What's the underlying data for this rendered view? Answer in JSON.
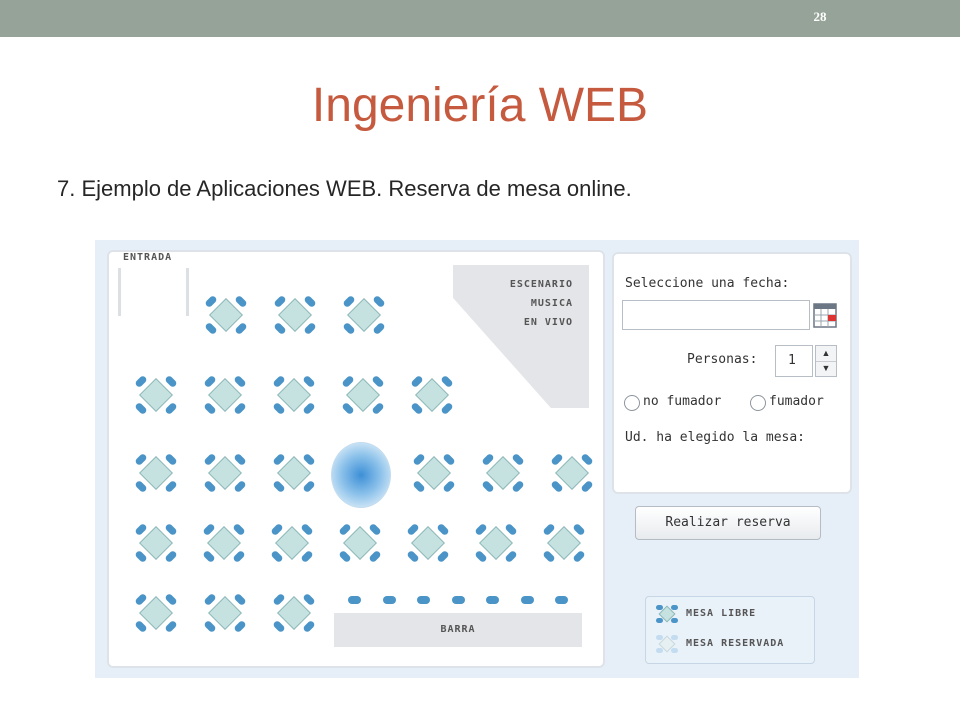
{
  "slide": {
    "number": "28",
    "title": "Ingeniería WEB",
    "subtitle": "7.  Ejemplo de Aplicaciones WEB.  Reserva de mesa online."
  },
  "floorplan": {
    "entrance_label": "ENTRADA",
    "stage_lines": [
      "ESCENARIO",
      "MUSICA",
      "EN VIVO"
    ],
    "bar_label": "BARRA",
    "table_rows": [
      3,
      5,
      7,
      7,
      3
    ],
    "bar_stools": 7
  },
  "form": {
    "date_label": "Seleccione una fecha:",
    "date_value": "",
    "persons_label": "Personas:",
    "persons_value": "1",
    "smoking_options": [
      "no fumador",
      "fumador"
    ],
    "selected_table_label": "Ud. ha elegido la mesa:",
    "submit_label": "Realizar reserva"
  },
  "legend": {
    "free_label": "MESA LIBRE",
    "reserved_label": "MESA RESERVADA"
  },
  "colors": {
    "title": "#c55a3f",
    "topbar": "#95a398",
    "chair": "#4a94c8",
    "table_top": "#c5e2e0",
    "app_background": "#e6eff8"
  },
  "icons": {
    "calendar": "calendar-icon",
    "spin_up": "chevron-up-icon",
    "spin_down": "chevron-down-icon"
  }
}
